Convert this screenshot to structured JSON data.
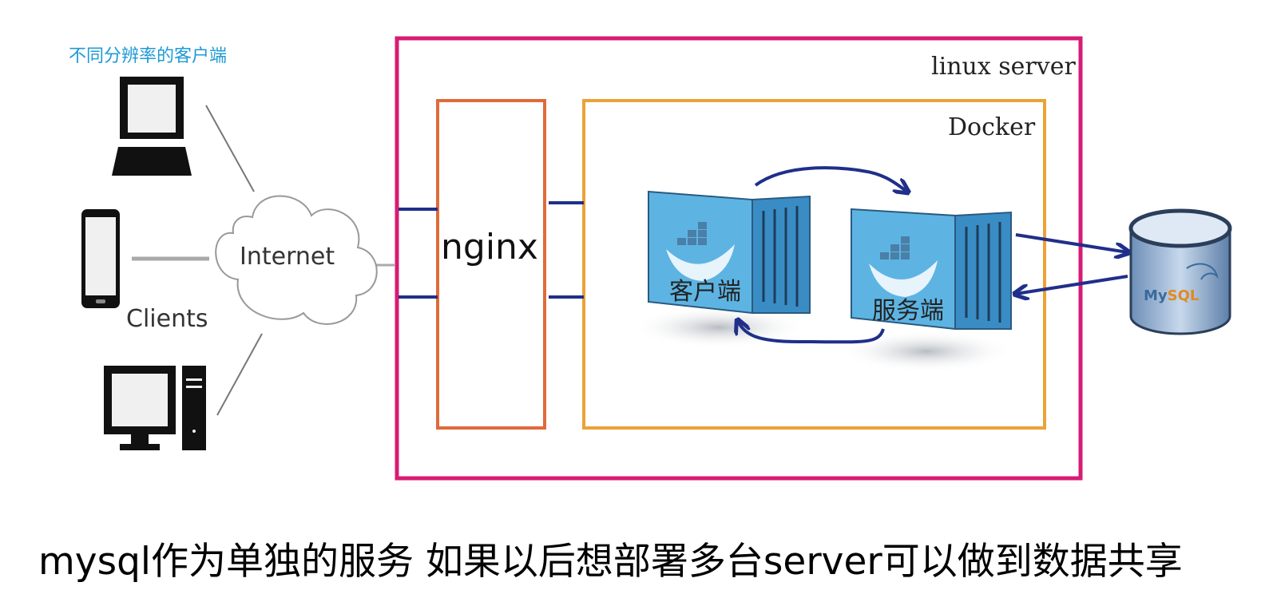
{
  "diagram": {
    "clients_title": "不同分辨率的客户端",
    "internet_label": "Internet",
    "clients_label": "Clients",
    "linux_server_label": "linux server",
    "docker_label": "Docker",
    "nginx_label": "nginx",
    "client_container_label": "客户端",
    "server_container_label": "服务端",
    "mysql_label_my": "My",
    "mysql_label_sql": "SQL",
    "caption": "mysql作为单独的服务 如果以后想部署多台server可以做到数据共享"
  },
  "colors": {
    "linux_server_border": "#d81b74",
    "nginx_border": "#e06a3a",
    "docker_border": "#eba236",
    "arrow": "#1f2f8a",
    "container_blue": "#5db4e3",
    "clients_title": "#1e9ad6"
  },
  "icons": [
    "laptop-icon",
    "phone-icon",
    "desktop-icon",
    "cloud-icon",
    "docker-container-icon",
    "mysql-database-icon"
  ]
}
